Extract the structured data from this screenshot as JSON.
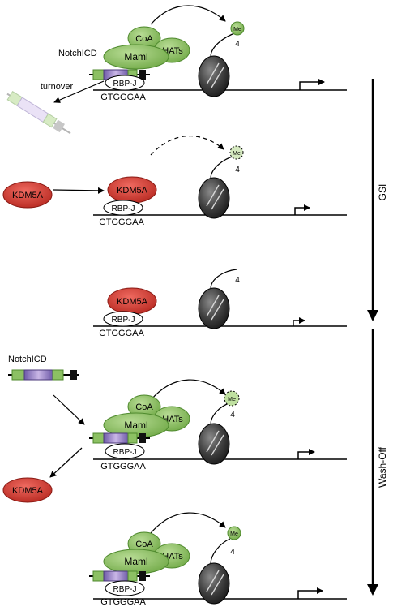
{
  "labels": {
    "coa": "CoA",
    "maml": "Maml",
    "hats": "HATs",
    "rbpj": "RBP-J",
    "motif": "GTGGGAA",
    "me": "Me",
    "histone_mark": "4",
    "notchicd": "NotchICD",
    "turnover": "turnover",
    "kdm5a": "KDM5A",
    "gsi": "GSI",
    "washoff": "Wash-Off"
  },
  "colors": {
    "green_fill": "#8cc063",
    "green_dark": "#4f8a2e",
    "kdm5a_fill": "#d0342c",
    "nucleosome": "#3a3a3a",
    "notch_purple": "#8a6fb8",
    "notch_black": "#111111"
  },
  "panels": [
    {
      "id": "panel-1",
      "state": "active",
      "coactivator_complex": true,
      "me_mark": "solid",
      "hat_arrow": "solid",
      "tss_arrow": "strong"
    },
    {
      "id": "panel-2",
      "state": "gsi-early",
      "kdm5a_bound": true,
      "me_mark": "dashed",
      "hat_arrow": "dashed",
      "tss_arrow": "reduced"
    },
    {
      "id": "panel-3",
      "state": "gsi-late",
      "kdm5a_bound": true,
      "me_mark": "none",
      "tss_arrow": "weak"
    },
    {
      "id": "panel-4",
      "state": "washoff-early",
      "coactivator_complex": true,
      "me_mark": "dashed",
      "hat_arrow": "solid",
      "tss_arrow": "reduced"
    },
    {
      "id": "panel-5",
      "state": "washoff-late",
      "coactivator_complex": true,
      "me_mark": "solid",
      "hat_arrow": "solid",
      "tss_arrow": "strong"
    }
  ]
}
